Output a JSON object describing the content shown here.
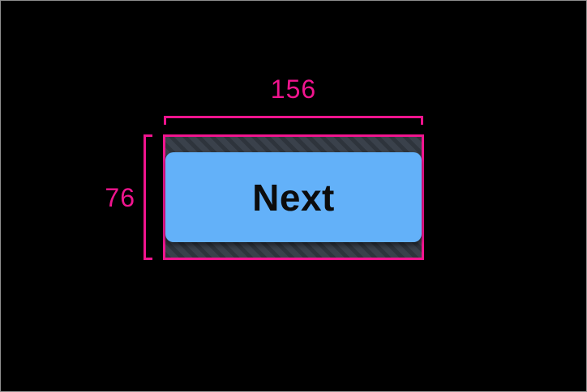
{
  "annotations": {
    "width_label": "156",
    "height_label": "76"
  },
  "component": {
    "button_label": "Next"
  },
  "colors": {
    "canvas_bg": "#000000",
    "frame_border": "#8E8E8E",
    "accent": "#F0148E",
    "button_fill": "#63B1F9",
    "button_text": "#0C0C0C",
    "hatch_base": "#3A414B",
    "hatch_stripe": "#2E343C"
  }
}
